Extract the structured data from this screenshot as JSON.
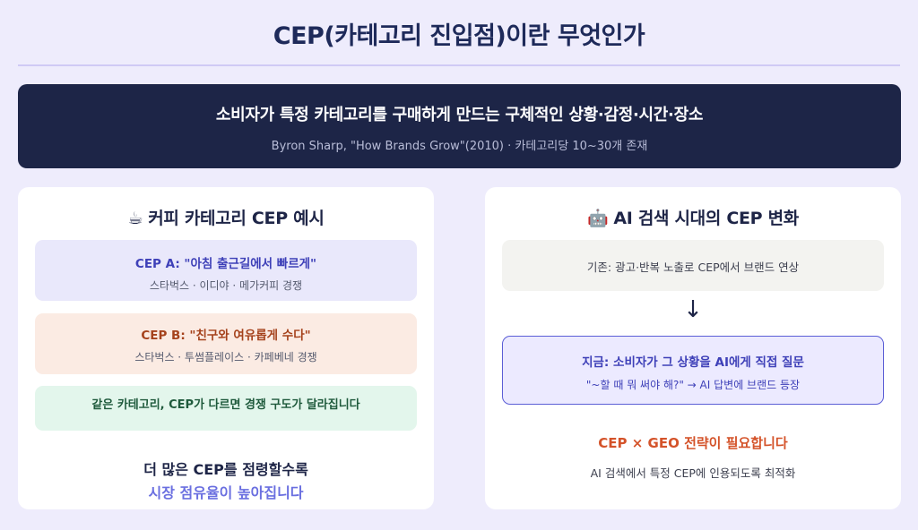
{
  "header": {
    "title": "CEP(카테고리 진입점)이란 무엇인가"
  },
  "banner": {
    "main": "소비자가 특정 카테고리를 구매하게 만드는 구체적인 상황·감정·시간·장소",
    "sub": "Byron Sharp, \"How Brands Grow\"(2010) · 카테고리당 10~30개 존재"
  },
  "left_panel": {
    "icon": "coffee-icon",
    "icon_glyph": "☕",
    "title": "커피 카테고리 CEP 예시",
    "card_a": {
      "heading": "CEP A: \"아침 출근길에서 빠르게\"",
      "detail": "스타벅스 · 이디야 · 메가커피 경쟁"
    },
    "card_b": {
      "heading": "CEP B: \"친구와 여유롭게 수다\"",
      "detail": "스타벅스 · 투썸플레이스 · 카페베네 경쟁"
    },
    "card_c": {
      "heading": "같은 카테고리, CEP가 다르면 경쟁 구도가 달라집니다"
    },
    "footer_line1": "더 많은 CEP를 점령할수록",
    "footer_line2": "시장 점유율이 높아집니다"
  },
  "right_panel": {
    "icon": "robot-icon",
    "icon_glyph": "🤖",
    "title": "AI 검색 시대의 CEP 변화",
    "old_card": {
      "text": "기존: 광고·반복 노출로 CEP에서 브랜드 연상"
    },
    "arrow": "↓",
    "now_card": {
      "heading": "지금: 소비자가 그 상황을 AI에게 직접 질문",
      "detail": "\"~할 때 뭐 써야 해?\" → AI 답변에 브랜드 등장"
    },
    "footer_line1": "CEP × GEO 전략이 필요합니다",
    "footer_line2": "AI 검색에서 특정 CEP에 인용되도록 최적화"
  },
  "colors": {
    "background": "#eeecfc",
    "banner": "#1d2547",
    "accent_purple": "#3e40b8",
    "accent_orange": "#d4532a",
    "accent_green": "#1f5a3c"
  }
}
